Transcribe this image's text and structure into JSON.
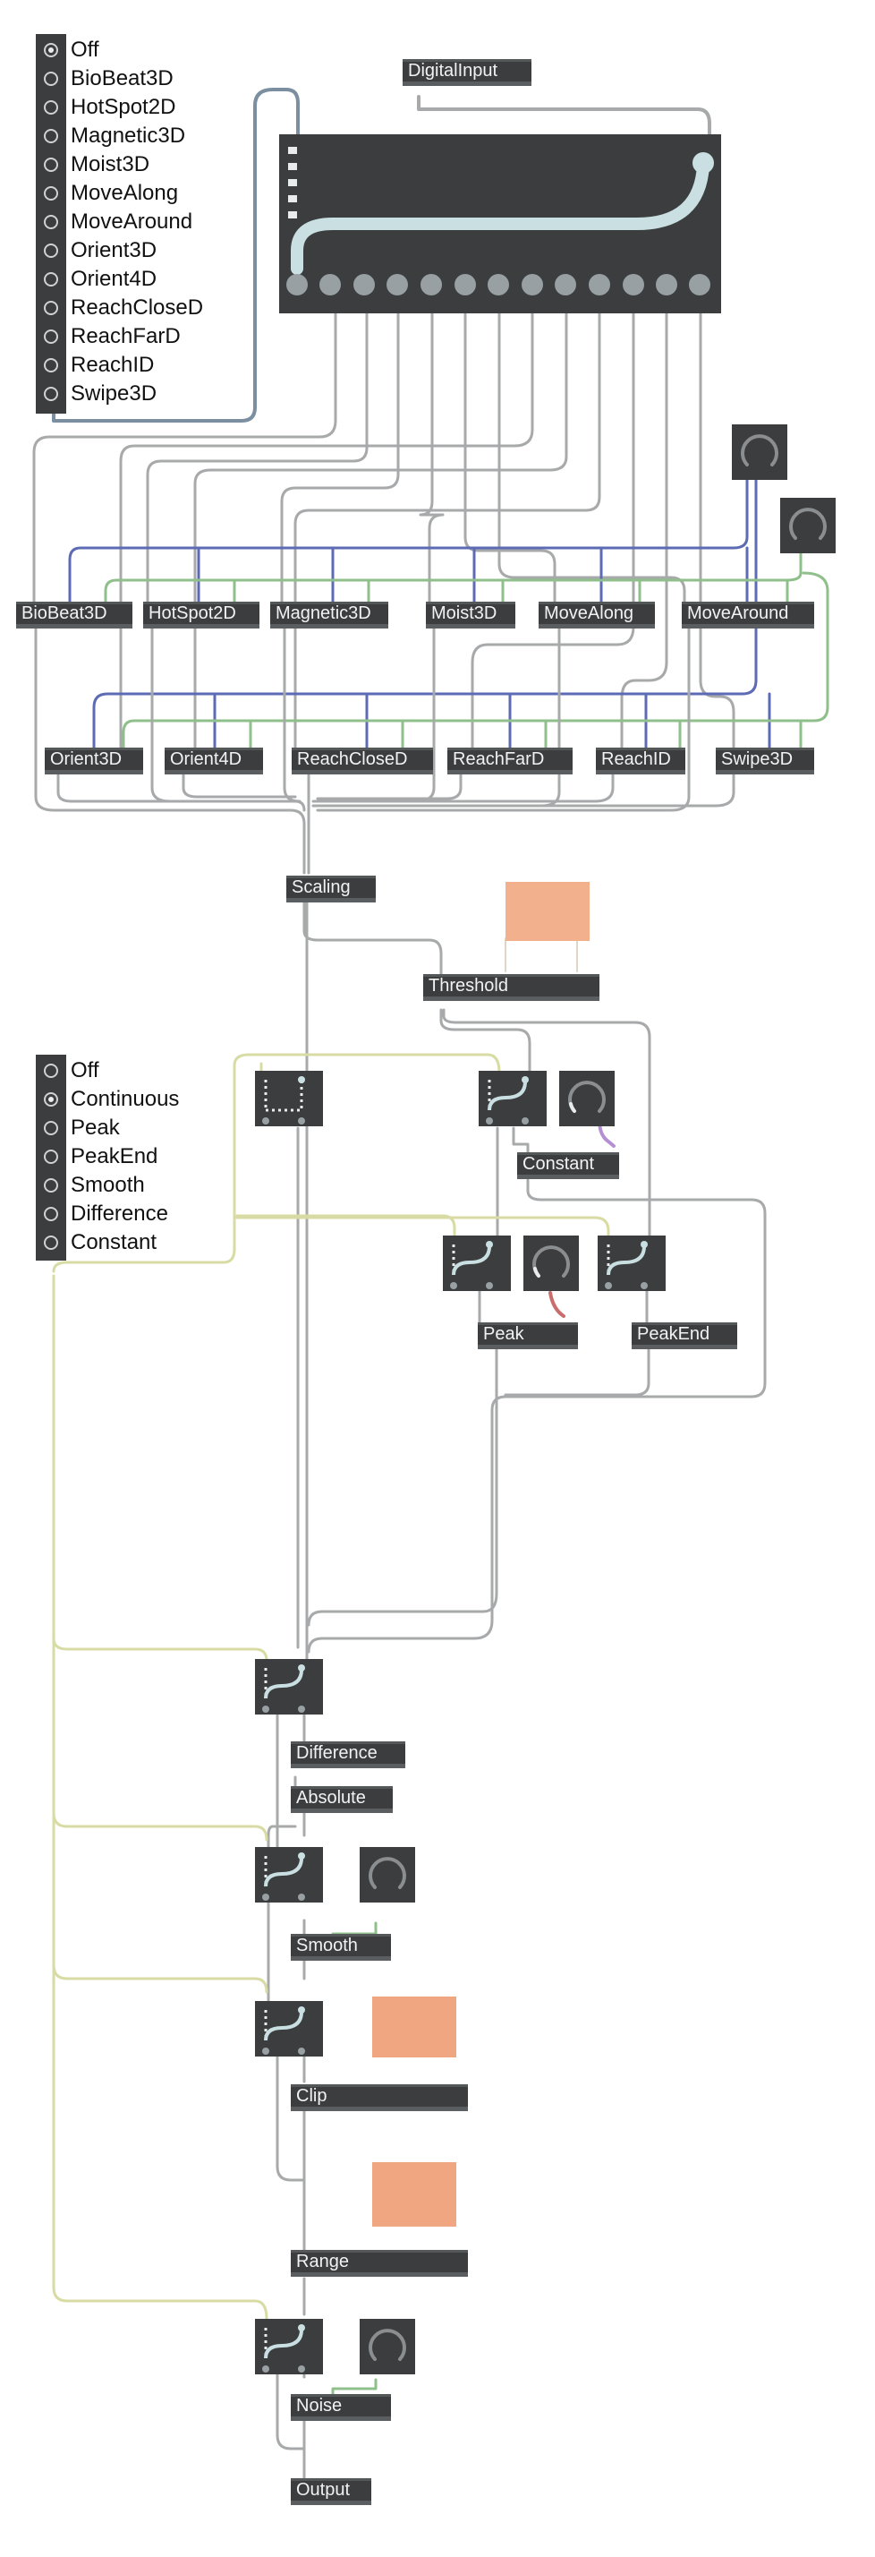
{
  "mode_selector": {
    "selected": "Off",
    "items": [
      "Off",
      "BioBeat3D",
      "HotSpot2D",
      "Magnetic3D",
      "Moist3D",
      "MoveAlong",
      "MoveAround",
      "Orient3D",
      "Orient4D",
      "ReachCloseD",
      "ReachFarD",
      "ReachID",
      "Swipe3D"
    ]
  },
  "process_selector": {
    "selected": "Continuous",
    "items": [
      "Off",
      "Continuous",
      "Peak",
      "PeakEnd",
      "Smooth",
      "Difference",
      "Constant"
    ]
  },
  "objects": {
    "digital_input": "DigitalInput",
    "biobeat3d": "BioBeat3D",
    "hotspot2d": "HotSpot2D",
    "magnetic3d": "Magnetic3D",
    "moist3d": "Moist3D",
    "movealong": "MoveAlong",
    "movearound": "MoveAround",
    "orient3d": "Orient3D",
    "orient4d": "Orient4D",
    "reachclosed": "ReachCloseD",
    "reachfard": "ReachFarD",
    "reachid": "ReachID",
    "swipe3d": "Swipe3D",
    "scaling": "Scaling",
    "threshold": "Threshold",
    "constant": "Constant",
    "peak": "Peak",
    "peakend": "PeakEnd",
    "difference": "Difference",
    "absolute": "Absolute",
    "smooth": "Smooth",
    "clip": "Clip",
    "range": "Range",
    "noise": "Noise",
    "output": "Output"
  },
  "colors": {
    "object_bg": "#3b3d3e",
    "wire_gray": "#a7a9aa",
    "wire_blue": "#5d6bb5",
    "wire_green": "#8fbf8a",
    "wire_yellow": "#d8dca4",
    "wire_router": "#c9dfe2",
    "wire_purple": "#b58fd4",
    "wire_red": "#c96d6d",
    "swatch": "#f2b08c",
    "port_inlet": "#e59b94",
    "port_outlet": "#e0e3a6"
  }
}
